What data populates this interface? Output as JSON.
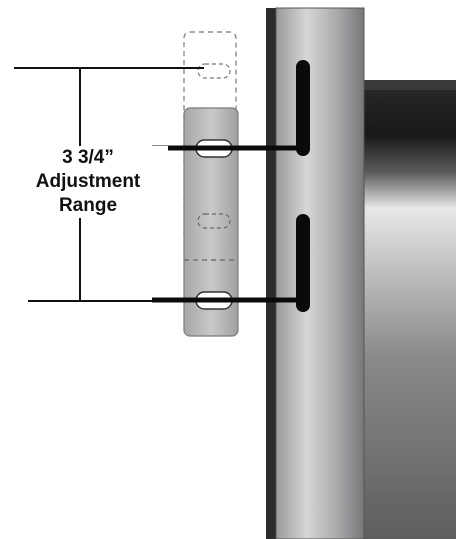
{
  "dimension_label": {
    "line1": "3 3/4”",
    "line2": "Adjustment",
    "line3": "Range"
  },
  "colors": {
    "rail_light": "#c8c8ca",
    "rail_dark": "#7d7d80",
    "rail_edge": "#2b2b2b",
    "bracket": "#b9b9bb",
    "panel_top": "#1e1e1e",
    "panel_mid": "#e2e2e2",
    "panel_low": "#6a6a6c",
    "slot": "#0a0a0a"
  }
}
